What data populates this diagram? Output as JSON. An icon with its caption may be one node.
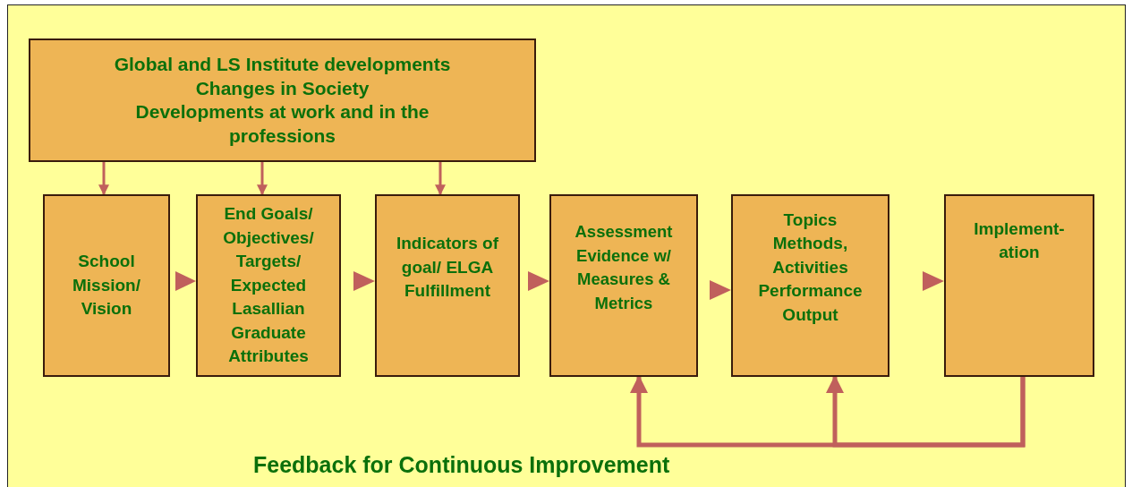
{
  "diagram": {
    "nodes": [
      {
        "text": [
          "Global and LS Institute developments",
          "Changes in Society",
          "Developments at work and in the professions"
        ]
      },
      {
        "text": [
          "School Mission/ Vision"
        ]
      },
      {
        "text": [
          "End Goals/ Objectives/ Targets/ Expected Lasallian Graduate Attributes"
        ]
      },
      {
        "text": [
          "Indicators of goal/ ELGA Fulfillment"
        ]
      },
      {
        "text": [
          "Assessment Evidence w/ Measures & Metrics"
        ]
      },
      {
        "text": [
          "Topics Methods, Activities Performance Output"
        ]
      },
      {
        "text": [
          "Implement- ation"
        ]
      }
    ],
    "edges": [
      {
        "from": 0,
        "to": 1,
        "arrow": "to"
      },
      {
        "from": 0,
        "to": 2,
        "arrow": "to"
      },
      {
        "from": 0,
        "to": 3,
        "arrow": "to"
      },
      {
        "from": 1,
        "to": 2,
        "arrow": "to"
      },
      {
        "from": 2,
        "to": 3,
        "arrow": "to"
      },
      {
        "from": 3,
        "to": 4,
        "arrow": "to"
      },
      {
        "from": 4,
        "to": 5,
        "arrow": "to"
      },
      {
        "from": 5,
        "to": 6,
        "arrow": "to"
      },
      {
        "from": 6,
        "to": 4,
        "arrow": "to"
      },
      {
        "from": 6,
        "to": 5,
        "arrow": "to"
      }
    ],
    "labels": [
      "Feedback for Continuous Improvement"
    ]
  }
}
